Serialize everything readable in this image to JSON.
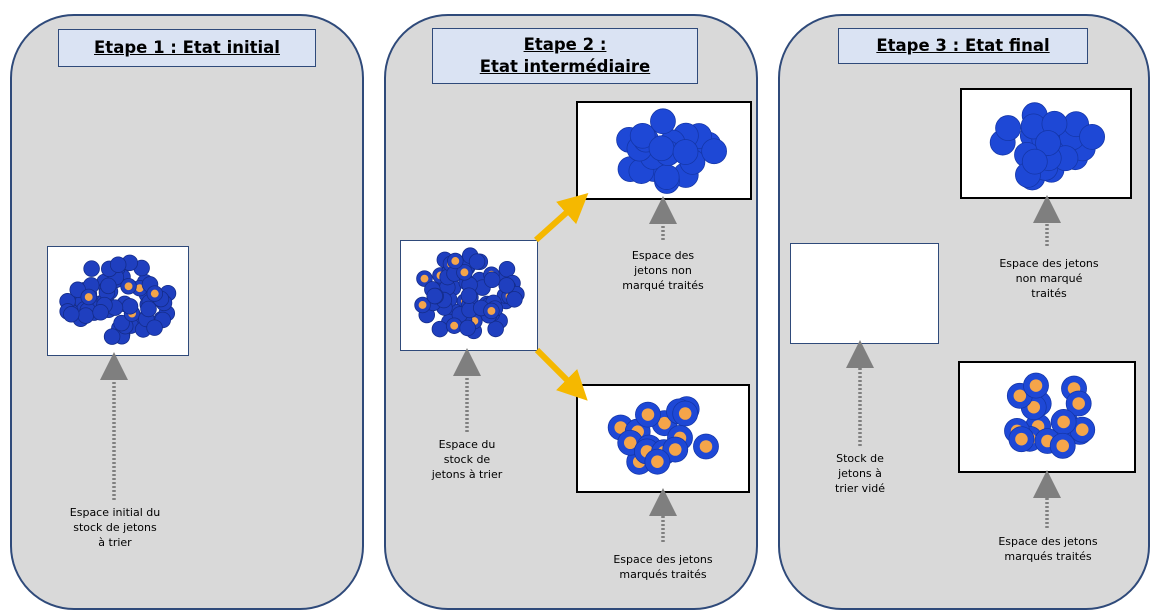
{
  "steps": [
    {
      "title": "Etape 1 : Etat initial",
      "stock_caption": "Espace initial du\nstock de jetons\nà trier"
    },
    {
      "title_line1": "Etape 2 :",
      "title_line2": "Etat intermédiaire",
      "stock_caption": "Espace du\nstock de\njetons à trier",
      "unmarked_caption": "Espace des\njetons non\nmarqué traités",
      "marked_caption": "Espace des jetons\nmarqués traités"
    },
    {
      "title": "Etape 3 : Etat final",
      "stock_caption": "Stock de\njetons à\ntrier vidé",
      "unmarked_caption": "Espace des jetons\nnon marqué\ntraités",
      "marked_caption": "Espace des jetons\nmarqués traités"
    }
  ],
  "colors": {
    "panel_fill": "#d9d9d9",
    "panel_border": "#2f4a7a",
    "title_fill": "#dae3f3",
    "token_blue": "#1f3fbf",
    "token_mark": "#f5a54a",
    "arrow_yellow": "#f5b800",
    "dotted_arrow": "#7f7f7f"
  },
  "icons": [
    "mixed-tokens-image",
    "blue-tokens-image",
    "marked-tokens-image",
    "dotted-arrow",
    "yellow-arrow"
  ]
}
